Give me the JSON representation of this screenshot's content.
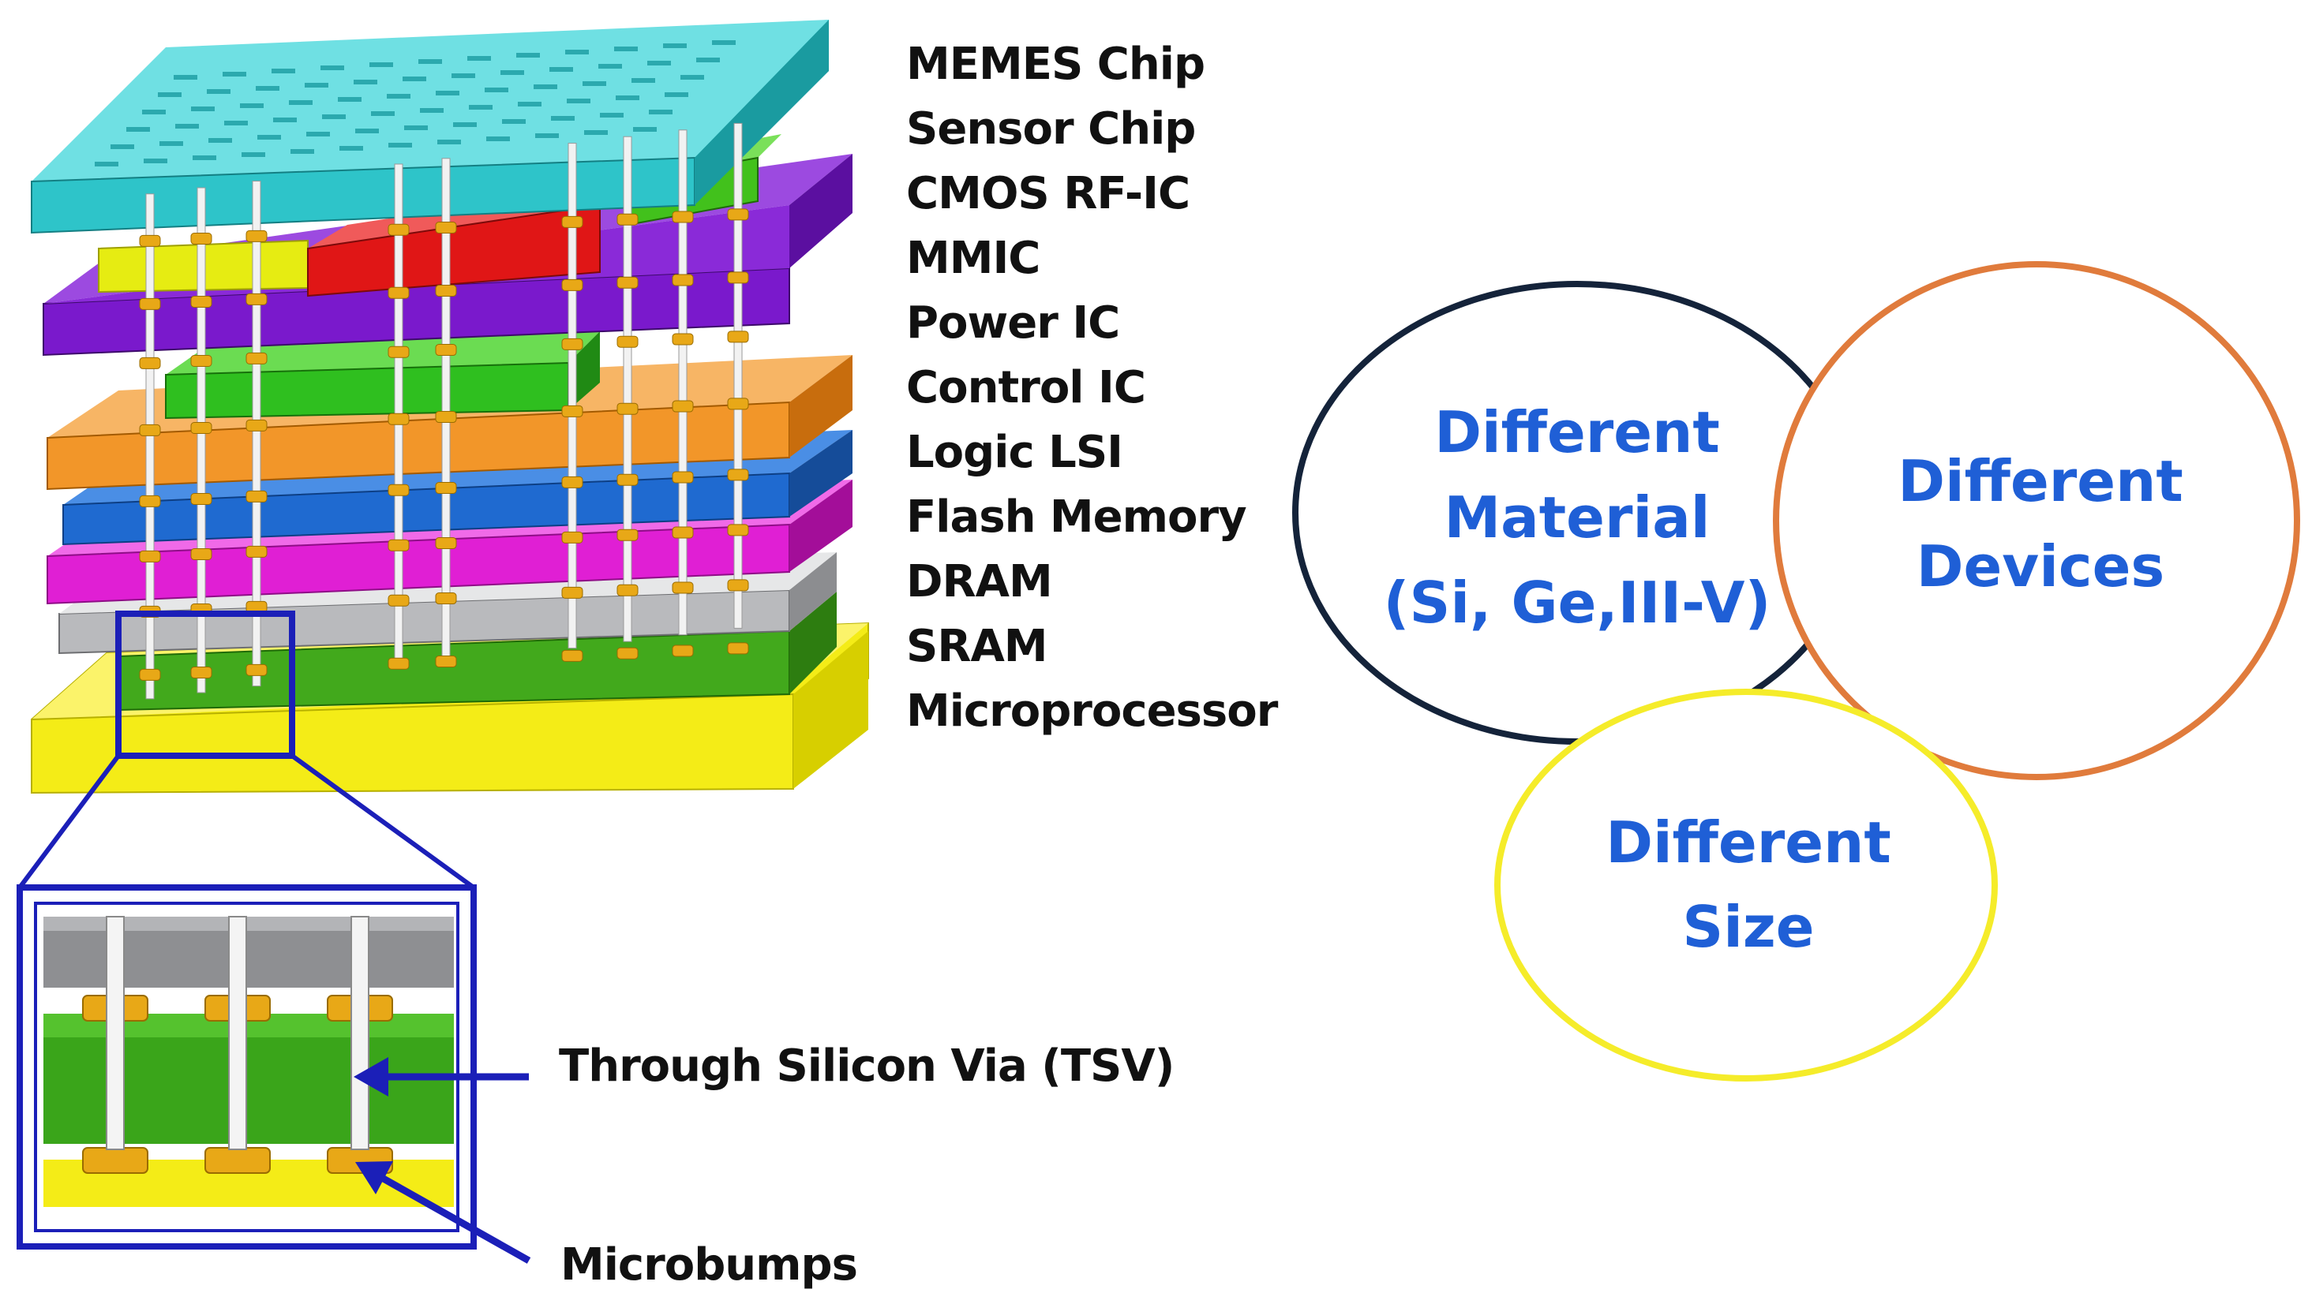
{
  "stack": {
    "layer_labels": [
      "MEMES Chip",
      "Sensor Chip",
      "CMOS RF-IC",
      "MMIC",
      "Power IC",
      "Control IC",
      "Logic LSI",
      "Flash Memory",
      "DRAM",
      "SRAM",
      "Microprocessor"
    ],
    "colors": {
      "memes": "#2ec4c9",
      "sensor": "#e6ec12",
      "cmos_rf": "#7a19cc",
      "mmic": "#e01616",
      "power": "#f29629",
      "control": "#2fbf1f",
      "logic": "#1f6ad0",
      "flash": "#e01fd4",
      "dram": "#cfd0d2",
      "sram": "#42a91c",
      "micro": "#f4ec17",
      "bump": "#e8a817",
      "frame": "#1b1fb8"
    }
  },
  "callouts": {
    "tsv": "Through Silicon Via (TSV)",
    "microbumps": "Microbumps"
  },
  "venn": {
    "material": [
      "Different",
      "Material",
      "(Si, Ge,III-V)"
    ],
    "devices": [
      "Different",
      "Devices"
    ],
    "size": [
      "Different",
      "Size"
    ],
    "colors": {
      "material_outline": "#14233a",
      "devices_outline": "#e07b3c",
      "size_outline": "#f5ec2a",
      "text": "#1f5fd6"
    }
  }
}
